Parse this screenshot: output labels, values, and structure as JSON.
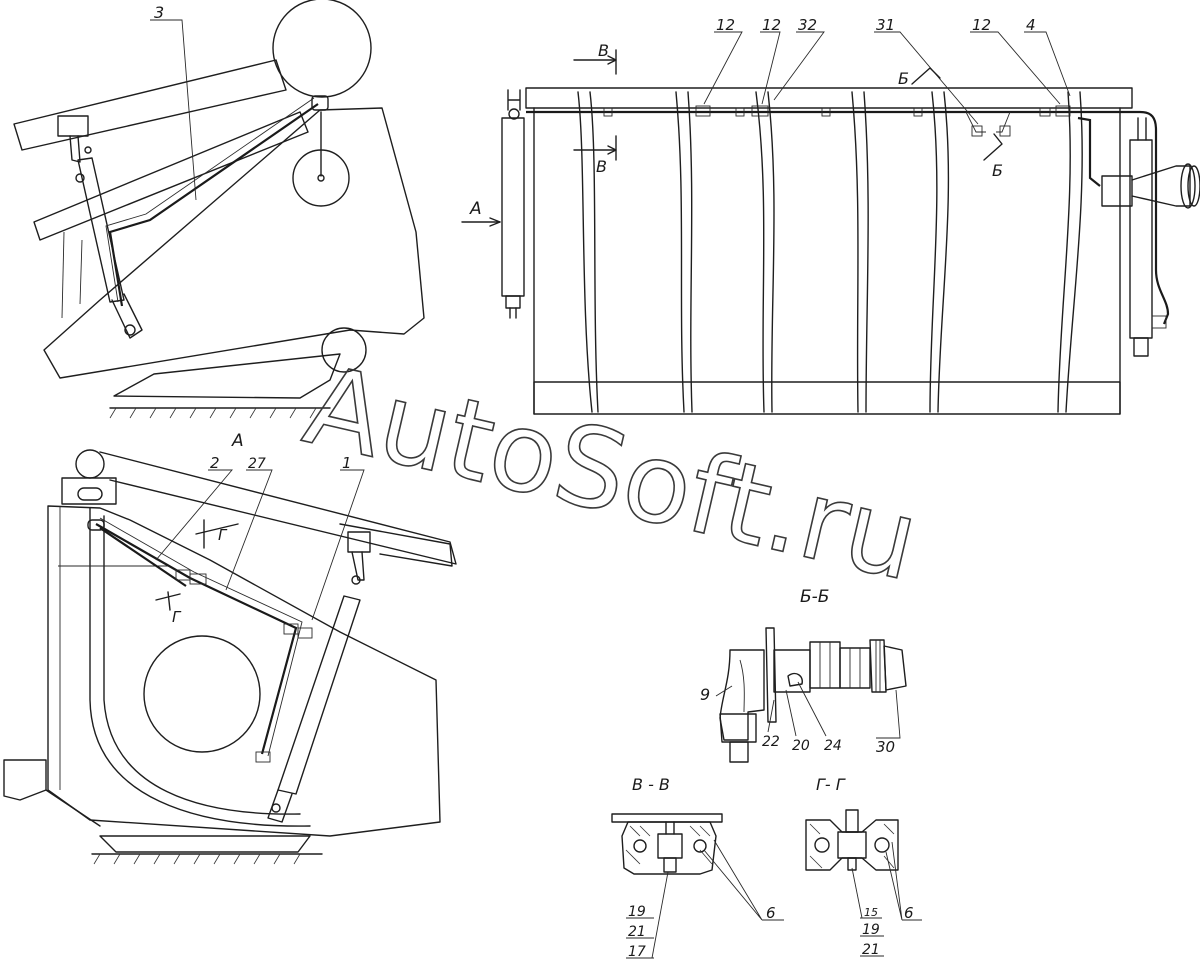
{
  "watermark": "AutoSoft.ru",
  "views": {
    "top_left": {
      "part_labels": [
        "3"
      ]
    },
    "top_right": {
      "part_labels": [
        "12",
        "12",
        "32",
        "31",
        "12",
        "4"
      ],
      "section_marks": [
        "B",
        "B",
        "Б",
        "Б"
      ],
      "view_arrow": "A"
    },
    "bottom_left": {
      "title": "А",
      "part_labels": [
        "2",
        "27",
        "1"
      ],
      "section_marks": [
        "Г",
        "Г"
      ]
    },
    "section_bb": {
      "title": "Б-Б",
      "part_labels": [
        "9",
        "22",
        "20",
        "24",
        "30"
      ]
    },
    "section_vv": {
      "title": "В - В",
      "part_labels": [
        "19",
        "21",
        "17",
        "6"
      ]
    },
    "section_gg": {
      "title": "Г- Г",
      "part_labels": [
        "15",
        "19",
        "21",
        "6"
      ]
    }
  }
}
